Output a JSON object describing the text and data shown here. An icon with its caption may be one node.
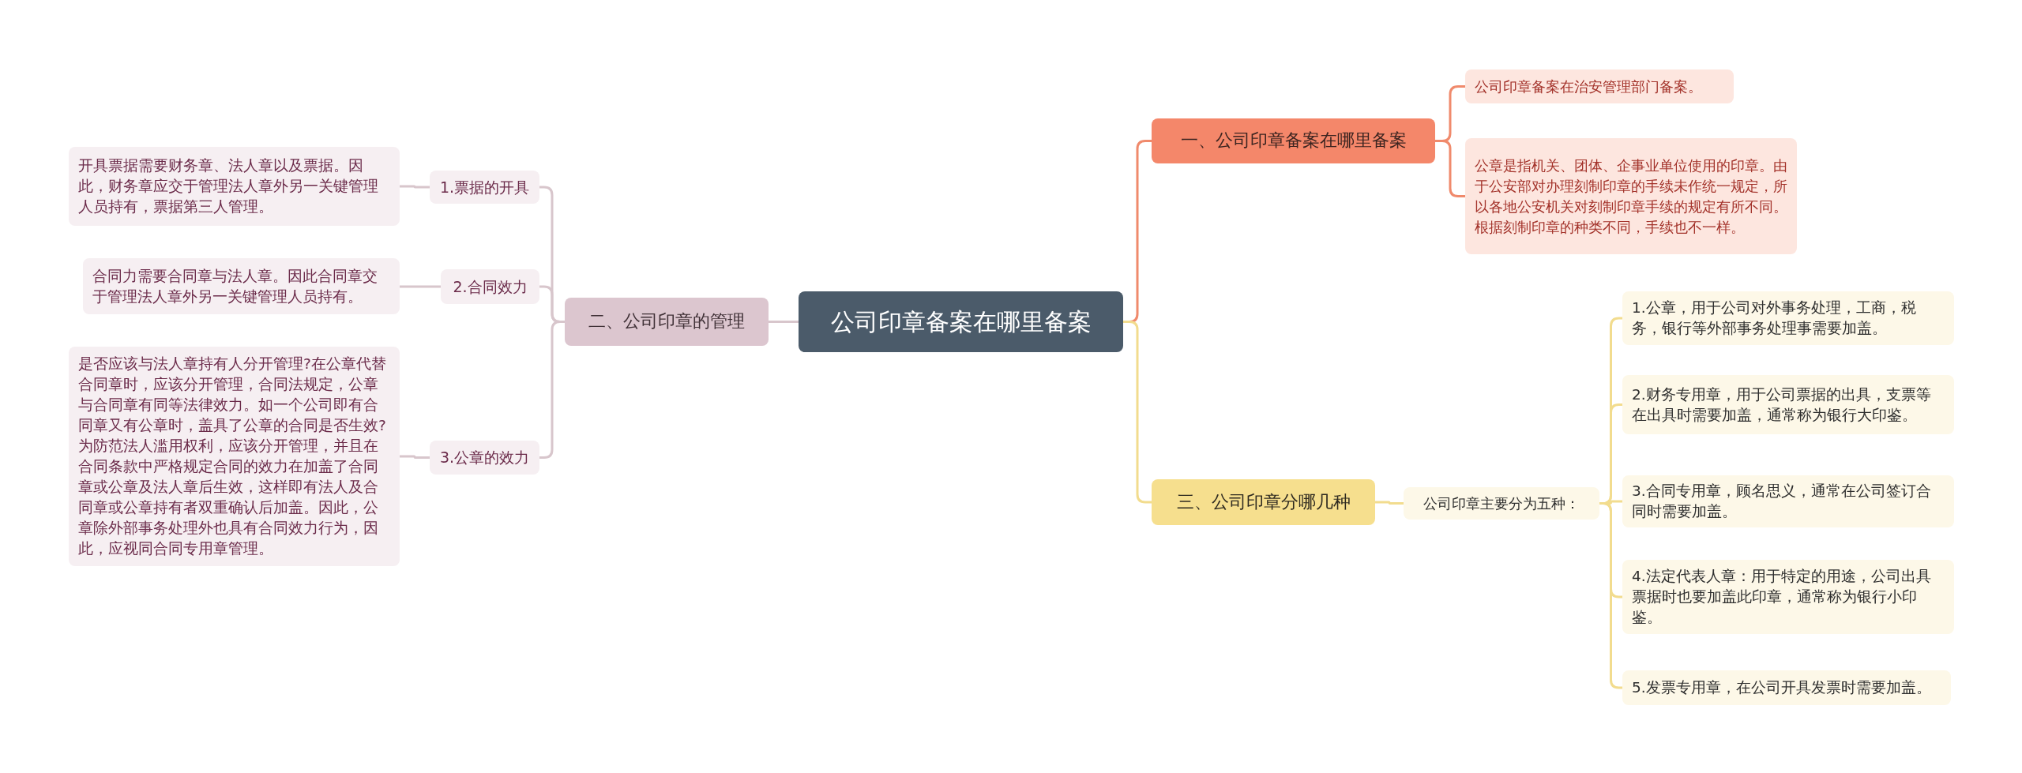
{
  "diagram": {
    "nodes": [
      {
        "text": [
          "公司印章备案在哪里备案"
        ]
      },
      {
        "text": [
          "一、公司印章备案在哪里备案"
        ]
      },
      {
        "text": [
          "公司印章备案在治安管理部门备案。"
        ]
      },
      {
        "text": [
          "公章是指机关、团体、企事业单位使用的印章。由于公安部对办理刻制印章的手续未作统一规定，所以各地公安机关对刻制印章手续的规定有所不同。根据刻制印章的种类不同，手续也不一样。"
        ]
      },
      {
        "text": [
          "二、公司印章的管理"
        ]
      },
      {
        "text": [
          "1.票据的开具"
        ]
      },
      {
        "text": [
          "开具票据需要财务章、法人章以及票据。因此，财务章应交于管理法人章外另一关键管理人员持有，票据第三人管理。"
        ]
      },
      {
        "text": [
          "2.合同效力"
        ]
      },
      {
        "text": [
          "合同力需要合同章与法人章。因此合同章交于管理法人章外另一关键管理人员持有。"
        ]
      },
      {
        "text": [
          "3.公章的效力"
        ]
      },
      {
        "text": [
          "是否应该与法人章持有人分开管理?在公章代替合同章时，应该分开管理，合同法规定，公章与合同章有同等法律效力。如一个公司即有合同章又有公章时，盖具了公章的合同是否生效?为防范法人滥用权利，应该分开管理，并且在合同条款中严格规定合同的效力在加盖了合同章或公章及法人章后生效，这样即有法人及合同章或公章持有者双重确认后加盖。因此，公章除外部事务处理外也具有合同效力行为，因此，应视同合同专用章管理。"
        ]
      },
      {
        "text": [
          "三、公司印章分哪几种"
        ]
      },
      {
        "text": [
          "公司印章主要分为五种："
        ]
      },
      {
        "text": [
          "1.公章，用于公司对外事务处理，工商，税务，银行等外部事务处理事需要加盖。"
        ]
      },
      {
        "text": [
          "2.财务专用章，用于公司票据的出具，支票等在出具时需要加盖，通常称为银行大印鉴。"
        ]
      },
      {
        "text": [
          "3.合同专用章，顾名思义，通常在公司签订合同时需要加盖。"
        ]
      },
      {
        "text": [
          "4.法定代表人章：用于特定的用途，公司出具票据时也要加盖此印章，通常称为银行小印鉴。"
        ]
      },
      {
        "text": [
          "5.发票专用章，在公司开具发票时需要加盖。"
        ]
      }
    ],
    "edges": [
      {
        "from": 0,
        "to": 1,
        "arrow": "none",
        "color": "#f08a6c"
      },
      {
        "from": 1,
        "to": 2,
        "arrow": "none",
        "color": "#f08a6c"
      },
      {
        "from": 1,
        "to": 3,
        "arrow": "none",
        "color": "#f08a6c"
      },
      {
        "from": 0,
        "to": 4,
        "arrow": "none",
        "color": "#d8c6cc"
      },
      {
        "from": 4,
        "to": 5,
        "arrow": "none",
        "color": "#d8c6cc"
      },
      {
        "from": 4,
        "to": 7,
        "arrow": "none",
        "color": "#d8c6cc"
      },
      {
        "from": 4,
        "to": 9,
        "arrow": "none",
        "color": "#d8c6cc"
      },
      {
        "from": 5,
        "to": 6,
        "arrow": "none",
        "color": "#d8c6cc"
      },
      {
        "from": 7,
        "to": 8,
        "arrow": "none",
        "color": "#d8c6cc"
      },
      {
        "from": 9,
        "to": 10,
        "arrow": "none",
        "color": "#d8c6cc"
      },
      {
        "from": 0,
        "to": 11,
        "arrow": "none",
        "color": "#f2dc8e"
      },
      {
        "from": 11,
        "to": 12,
        "arrow": "none",
        "color": "#f2dc8e"
      },
      {
        "from": 12,
        "to": 13,
        "arrow": "none",
        "color": "#f2dc8e"
      },
      {
        "from": 12,
        "to": 14,
        "arrow": "none",
        "color": "#f2dc8e"
      },
      {
        "from": 12,
        "to": 15,
        "arrow": "none",
        "color": "#f2dc8e"
      },
      {
        "from": 12,
        "to": 16,
        "arrow": "none",
        "color": "#f2dc8e"
      },
      {
        "from": 12,
        "to": 17,
        "arrow": "none",
        "color": "#f2dc8e"
      }
    ]
  }
}
